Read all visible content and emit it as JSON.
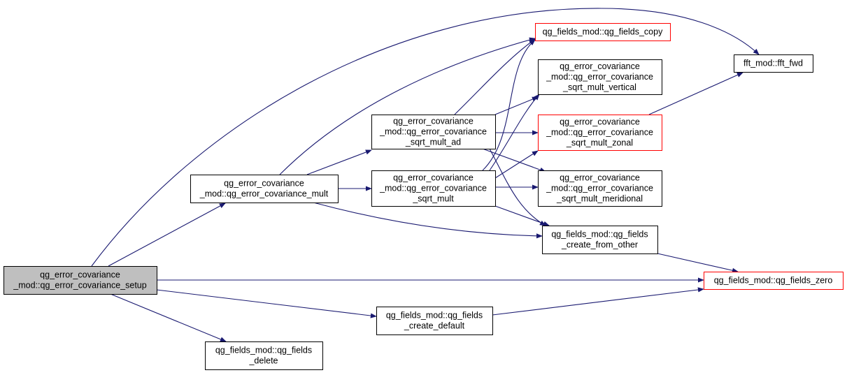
{
  "colors": {
    "edge": "#191970",
    "node_border": "#000000",
    "node_border_incomplete": "#ff0000",
    "node_fill": "#ffffff",
    "root_fill": "#bfbfbf"
  },
  "nodes": {
    "setup": {
      "lines": [
        "qg_error_covariance",
        "_mod::qg_error_covariance_setup"
      ],
      "style": "root"
    },
    "mult": {
      "lines": [
        "qg_error_covariance",
        "_mod::qg_error_covariance_mult"
      ],
      "style": "normal"
    },
    "sqrt_mult_ad": {
      "lines": [
        "qg_error_covariance",
        "_mod::qg_error_covariance",
        "_sqrt_mult_ad"
      ],
      "style": "normal"
    },
    "sqrt_mult": {
      "lines": [
        "qg_error_covariance",
        "_mod::qg_error_covariance",
        "_sqrt_mult"
      ],
      "style": "normal"
    },
    "fields_copy": {
      "lines": [
        "qg_fields_mod::qg_fields_copy"
      ],
      "style": "incomplete"
    },
    "sqrt_mult_vertical": {
      "lines": [
        "qg_error_covariance",
        "_mod::qg_error_covariance",
        "_sqrt_mult_vertical"
      ],
      "style": "normal"
    },
    "sqrt_mult_zonal": {
      "lines": [
        "qg_error_covariance",
        "_mod::qg_error_covariance",
        "_sqrt_mult_zonal"
      ],
      "style": "incomplete"
    },
    "sqrt_mult_meridional": {
      "lines": [
        "qg_error_covariance",
        "_mod::qg_error_covariance",
        "_sqrt_mult_meridional"
      ],
      "style": "normal"
    },
    "fields_create_from_other": {
      "lines": [
        "qg_fields_mod::qg_fields",
        "_create_from_other"
      ],
      "style": "normal"
    },
    "fft_fwd": {
      "lines": [
        "fft_mod::fft_fwd"
      ],
      "style": "normal"
    },
    "fields_zero": {
      "lines": [
        "qg_fields_mod::qg_fields_zero"
      ],
      "style": "incomplete"
    },
    "fields_create_default": {
      "lines": [
        "qg_fields_mod::qg_fields",
        "_create_default"
      ],
      "style": "normal"
    },
    "fields_delete": {
      "lines": [
        "qg_fields_mod::qg_fields",
        "_delete"
      ],
      "style": "normal"
    }
  },
  "edges": [
    {
      "from": "setup",
      "to": "fft_fwd"
    },
    {
      "from": "setup",
      "to": "mult"
    },
    {
      "from": "setup",
      "to": "fields_zero"
    },
    {
      "from": "setup",
      "to": "fields_create_default"
    },
    {
      "from": "setup",
      "to": "fields_delete"
    },
    {
      "from": "mult",
      "to": "fields_copy"
    },
    {
      "from": "mult",
      "to": "sqrt_mult_ad"
    },
    {
      "from": "mult",
      "to": "sqrt_mult"
    },
    {
      "from": "mult",
      "to": "fields_create_from_other"
    },
    {
      "from": "sqrt_mult_ad",
      "to": "fields_copy"
    },
    {
      "from": "sqrt_mult_ad",
      "to": "sqrt_mult_vertical"
    },
    {
      "from": "sqrt_mult_ad",
      "to": "sqrt_mult_zonal"
    },
    {
      "from": "sqrt_mult_ad",
      "to": "sqrt_mult_meridional"
    },
    {
      "from": "sqrt_mult_ad",
      "to": "fields_create_from_other"
    },
    {
      "from": "sqrt_mult",
      "to": "fields_copy"
    },
    {
      "from": "sqrt_mult",
      "to": "sqrt_mult_vertical"
    },
    {
      "from": "sqrt_mult",
      "to": "sqrt_mult_zonal"
    },
    {
      "from": "sqrt_mult",
      "to": "sqrt_mult_meridional"
    },
    {
      "from": "sqrt_mult",
      "to": "fields_create_from_other"
    },
    {
      "from": "sqrt_mult_zonal",
      "to": "fft_fwd"
    },
    {
      "from": "fields_create_from_other",
      "to": "fields_zero"
    },
    {
      "from": "fields_create_default",
      "to": "fields_zero"
    }
  ]
}
